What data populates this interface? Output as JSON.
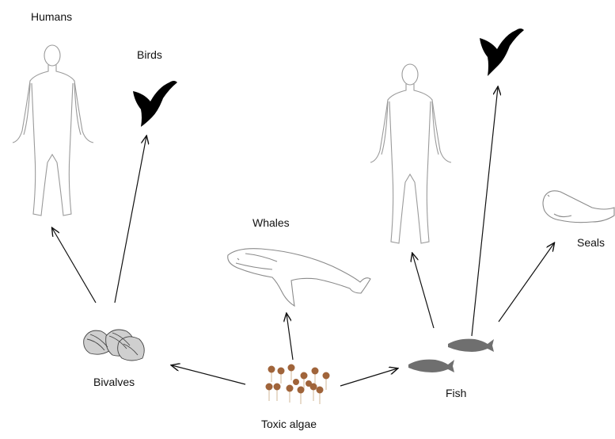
{
  "labels": {
    "humans": "Humans",
    "birds": "Birds",
    "whales": "Whales",
    "seals": "Seals",
    "bivalves": "Bivalves",
    "fish": "Fish",
    "toxic_algae": "Toxic algae"
  },
  "colors": {
    "arrow": "#111111",
    "outline": "#9a9a9a",
    "bird": "#000000",
    "fish": "#6f6f6f",
    "algae_head": "#a0643a",
    "algae_stalk": "#d9c3a8"
  },
  "icons": {
    "human": "human-outline-icon",
    "bird": "bird-silhouette-icon",
    "whale": "whale-icon",
    "seal": "seal-icon",
    "bivalve": "bivalve-shell-icon",
    "fish": "fish-icon",
    "algae": "algae-cells-icon"
  }
}
